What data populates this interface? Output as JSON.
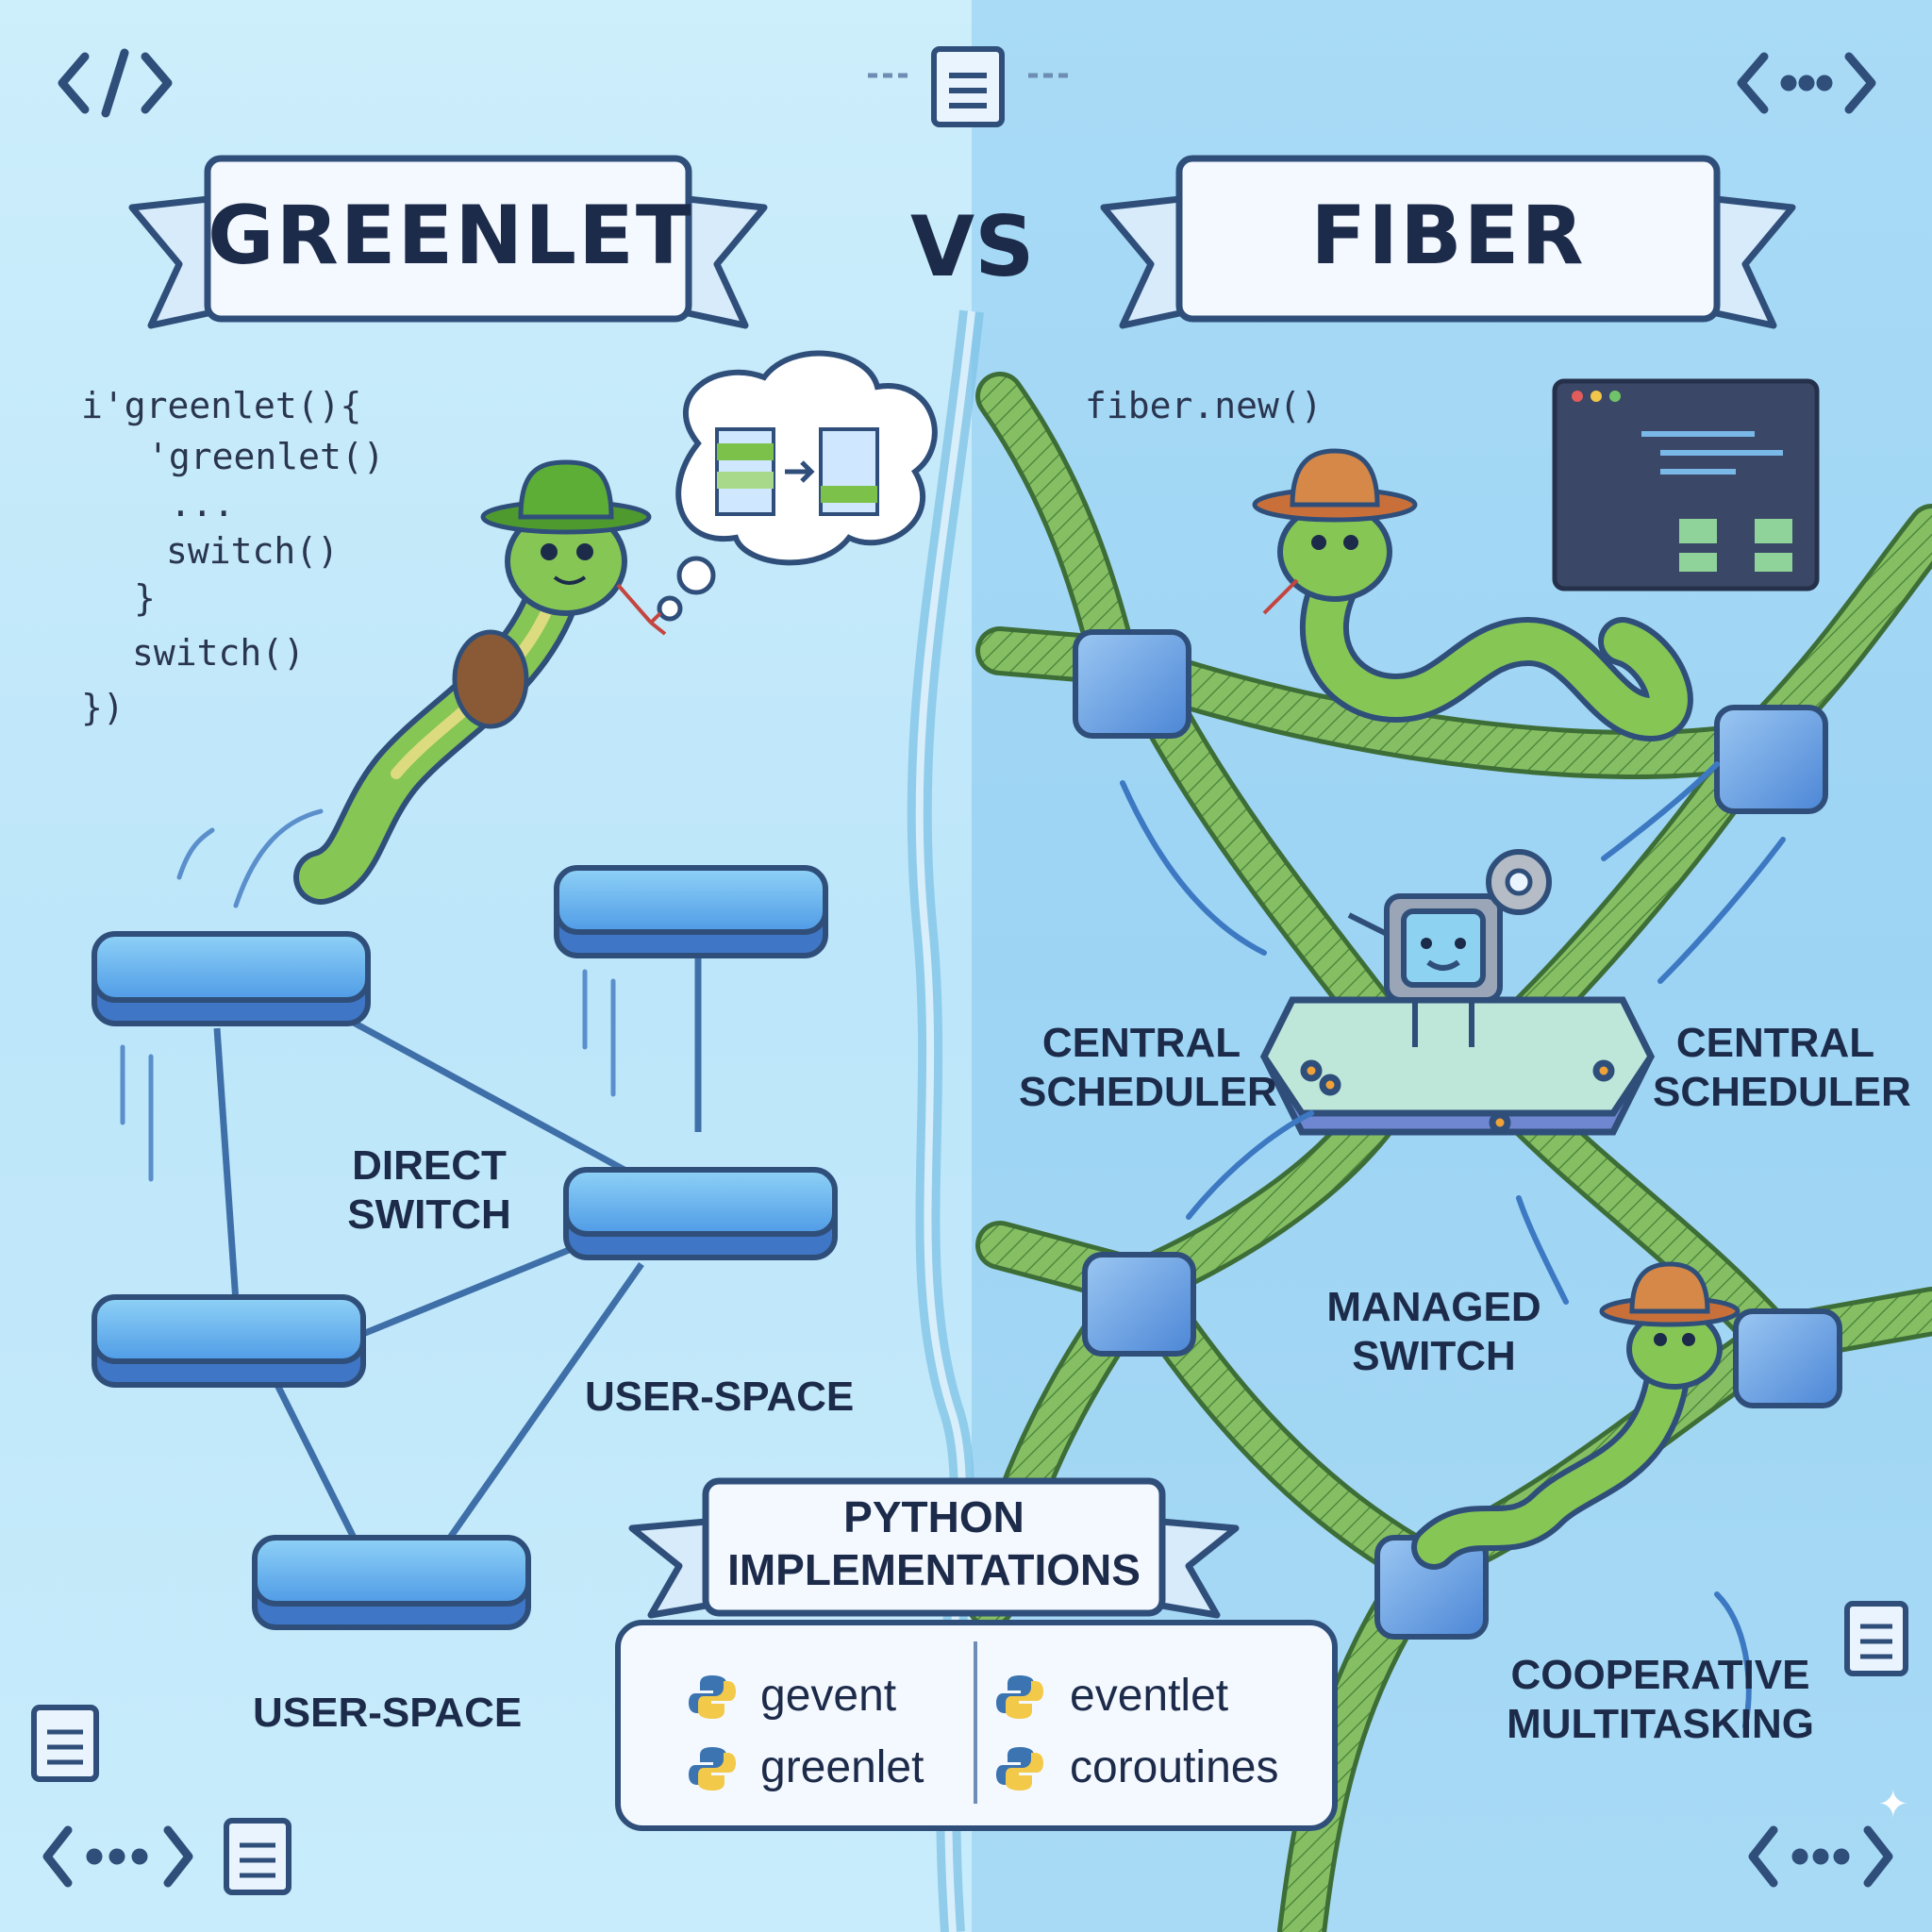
{
  "title_left": "GREENLET",
  "title_right": "FIBER",
  "vs": "VS",
  "greenlet_code": [
    "i'greenlet(){",
    "'greenlet()",
    "...",
    "switch()",
    "}",
    "switch()",
    "})"
  ],
  "fiber_code": "fiber.new()",
  "greenlet_labels": {
    "direct_switch": [
      "DIRECT",
      "SWITCH"
    ],
    "user_space_1": "USER-SPACE",
    "user_space_2": "USER-SPACE"
  },
  "fiber_labels": {
    "central_scheduler_left": [
      "CENTRAL",
      "SCHEDULER"
    ],
    "central_scheduler_right": [
      "CENTRAL",
      "SCHEDULER"
    ],
    "managed_switch": [
      "MANAGED",
      "SWITCH"
    ],
    "cooperative": [
      "COOPERATIVE",
      "MULTITASKING"
    ]
  },
  "python_implementations": {
    "title": [
      "PYTHON",
      "IMPLEMENTATIONS"
    ],
    "left_items": [
      "gevent",
      "greenlet"
    ],
    "right_items": [
      "eventlet",
      "coroutines"
    ]
  },
  "icons": [
    "code-brackets-icon",
    "document-icon",
    "ellipsis-arrows-icon",
    "python-logo-icon",
    "snake-icon",
    "scheduler-robot-icon",
    "gear-icon",
    "sparkle-icon"
  ],
  "colors": {
    "left_bg": "#cdeefb",
    "right_bg": "#a9dbf6",
    "snake_green": "#7cc24a",
    "platform_blue": "#5aa6e8",
    "rope_green": "#6fae5a",
    "ink": "#1d2b4a"
  }
}
